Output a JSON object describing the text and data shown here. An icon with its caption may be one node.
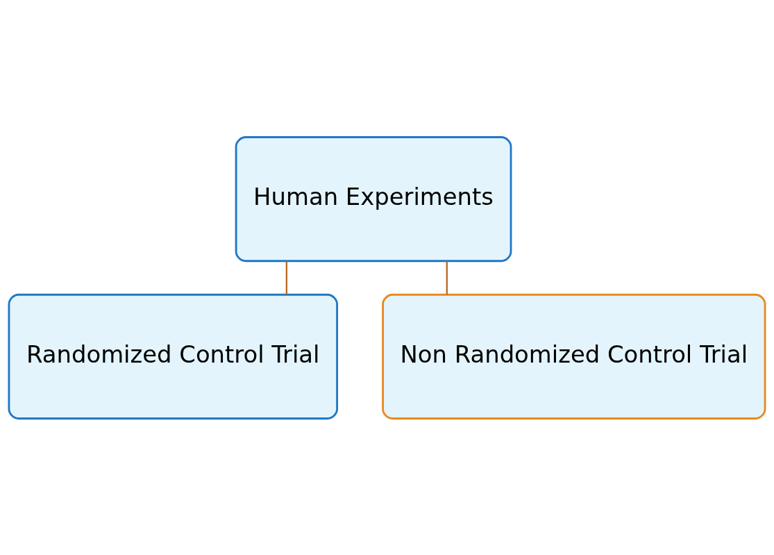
{
  "diagram": {
    "nodes": [
      {
        "text": [
          "Human Experiments"
        ]
      },
      {
        "text": [
          "Randomized Control Trial"
        ]
      },
      {
        "text": [
          "Non Randomized Control Trial"
        ]
      }
    ],
    "edges": [
      {
        "from": 0,
        "to": 1,
        "arrow": "none"
      },
      {
        "from": 0,
        "to": 2,
        "arrow": "none"
      }
    ]
  }
}
